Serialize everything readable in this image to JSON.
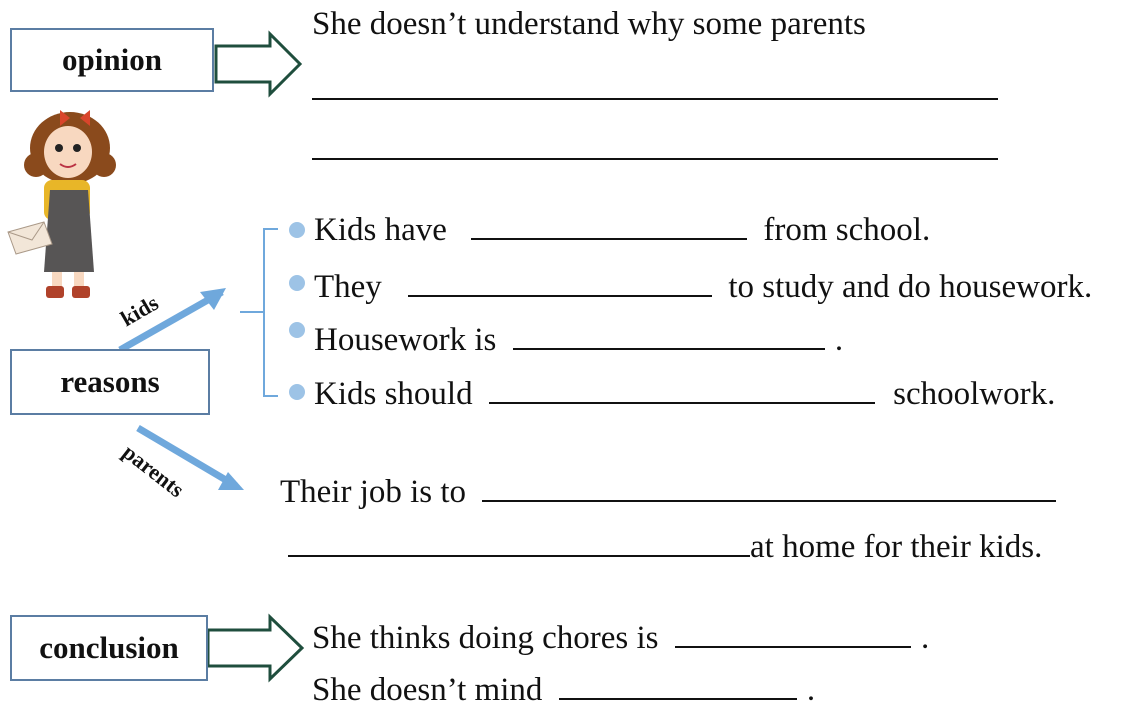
{
  "labels": {
    "opinion": "opinion",
    "reasons": "reasons",
    "conclusion": "conclusion",
    "kids": "kids",
    "parents": "parents"
  },
  "opinion": {
    "sentence": "She doesn’t understand why some parents"
  },
  "kids_reasons": [
    {
      "before": "Kids have",
      "after": "from school."
    },
    {
      "before": "They",
      "after": "to study and do housework."
    },
    {
      "before": "Housework is",
      "after": "."
    },
    {
      "before": "Kids should",
      "after": "schoolwork."
    }
  ],
  "parents_reason": {
    "before": "Their job is to",
    "after": "at home for their kids."
  },
  "conclusion": {
    "line1_before": "She thinks doing chores is",
    "line1_after": ".",
    "line2_before": "She doesn’t mind",
    "line2_after": "."
  },
  "colors": {
    "box_border": "#5b7da3",
    "big_arrow": "#1f4e3d",
    "blue_arrow": "#6fa8dc",
    "bullet": "#9dc3e6"
  }
}
